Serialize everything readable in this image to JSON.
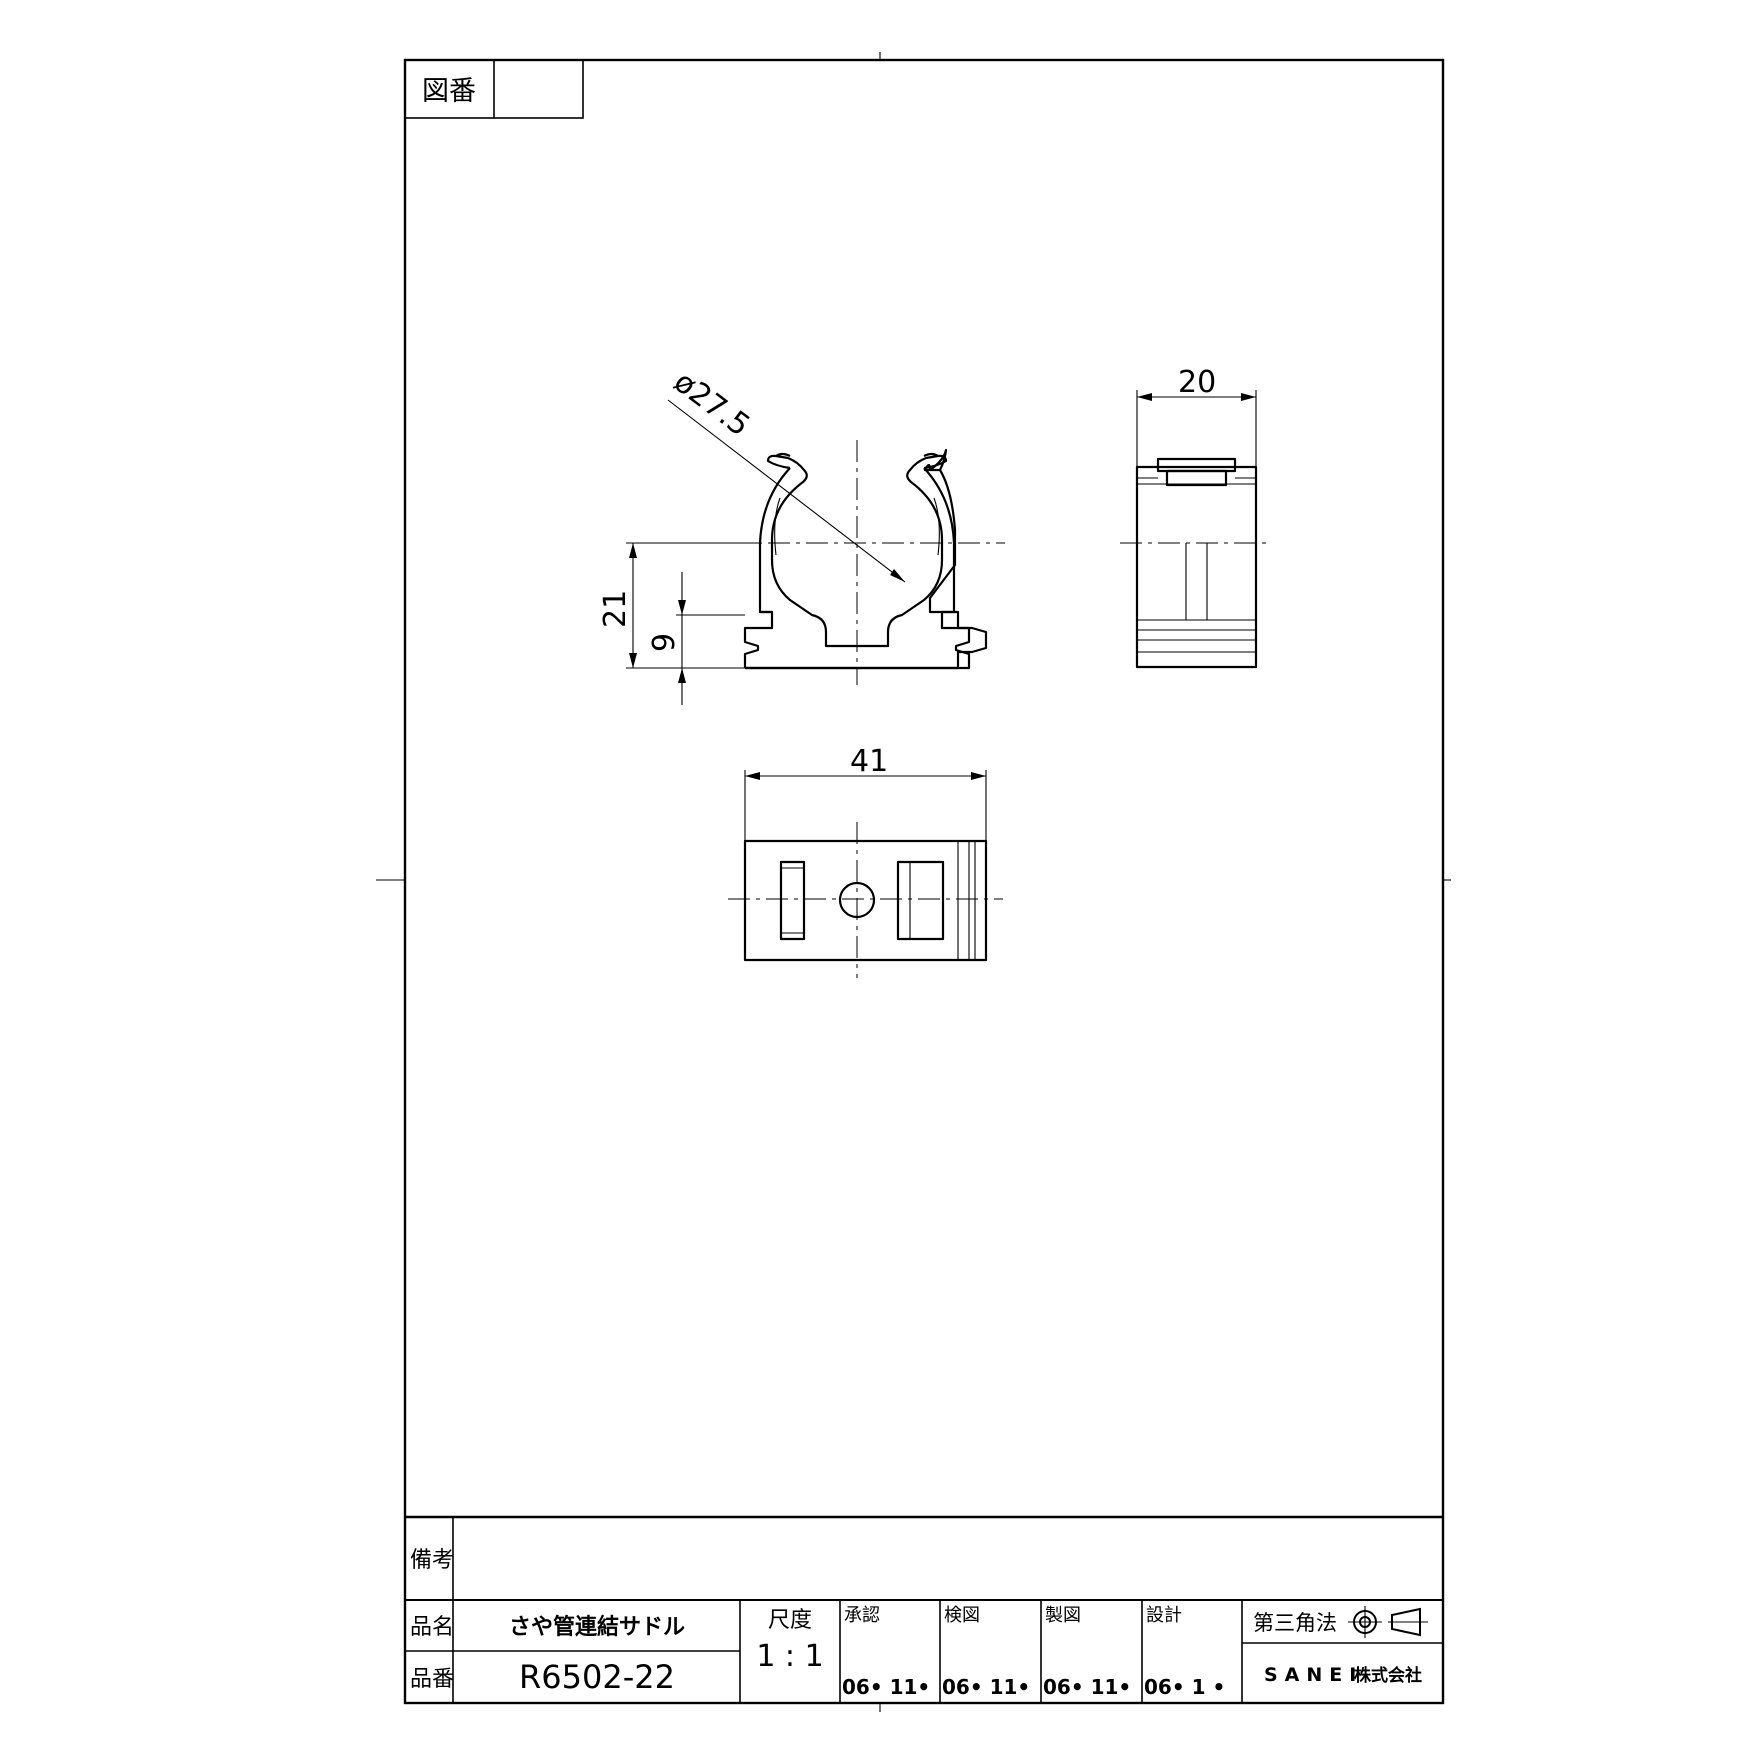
{
  "drawing_number": {
    "label": "図番",
    "value": ""
  },
  "dimensions": {
    "diameter": "ø27.5",
    "height_total": "21",
    "height_slot": "9",
    "side_width": "20",
    "bottom_width": "41"
  },
  "title_block": {
    "remarks_label": "備考",
    "remarks_value": "",
    "product_name_label": "品名",
    "product_name": "さや管連結サドル",
    "product_number_label": "品番",
    "product_number": "R6502-22",
    "scale_label": "尺度",
    "scale_value": "1 : 1",
    "approval_label": "承認",
    "approval_date": "06• 11•",
    "check_label": "検図",
    "check_date": "06• 11•",
    "drafting_label": "製図",
    "drafting_date": "06• 11•",
    "design_label": "設計",
    "design_date": "06• 1 •",
    "projection_label": "第三角法",
    "company": "SANEI",
    "company_suffix": "株式会社"
  }
}
